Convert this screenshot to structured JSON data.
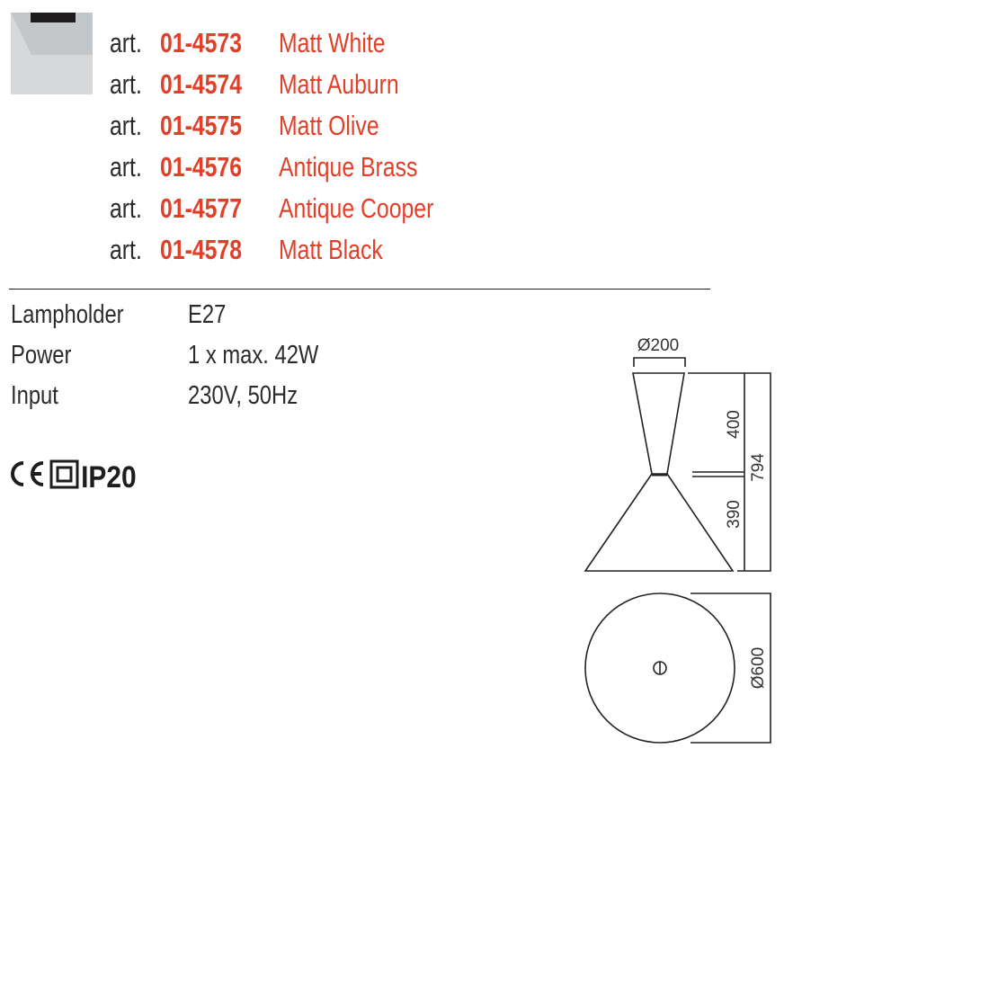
{
  "variants": [
    {
      "prefix": "art.",
      "code": "01-4573",
      "color": "Matt White"
    },
    {
      "prefix": "art.",
      "code": "01-4574",
      "color": "Matt Auburn"
    },
    {
      "prefix": "art.",
      "code": "01-4575",
      "color": "Matt Olive"
    },
    {
      "prefix": "art.",
      "code": "01-4576",
      "color": "Antique Brass"
    },
    {
      "prefix": "art.",
      "code": "01-4577",
      "color": "Antique Cooper"
    },
    {
      "prefix": "art.",
      "code": "01-4578",
      "color": "Matt Black"
    }
  ],
  "specs": [
    {
      "label": "Lampholder",
      "value": "E27"
    },
    {
      "label": "Power",
      "value": "1 x max. 42W"
    },
    {
      "label": "Input",
      "value": "230V, 50Hz"
    }
  ],
  "certifications": {
    "ce": "CE",
    "class": "Class II",
    "ip": "IP20"
  },
  "dimensions": {
    "top_diameter": "Ø200",
    "upper_height": "400",
    "total_height": "794",
    "lower_height": "390",
    "base_diameter": "Ø600"
  },
  "colors": {
    "accent": "#e0402a",
    "text": "#2b2b2b"
  }
}
